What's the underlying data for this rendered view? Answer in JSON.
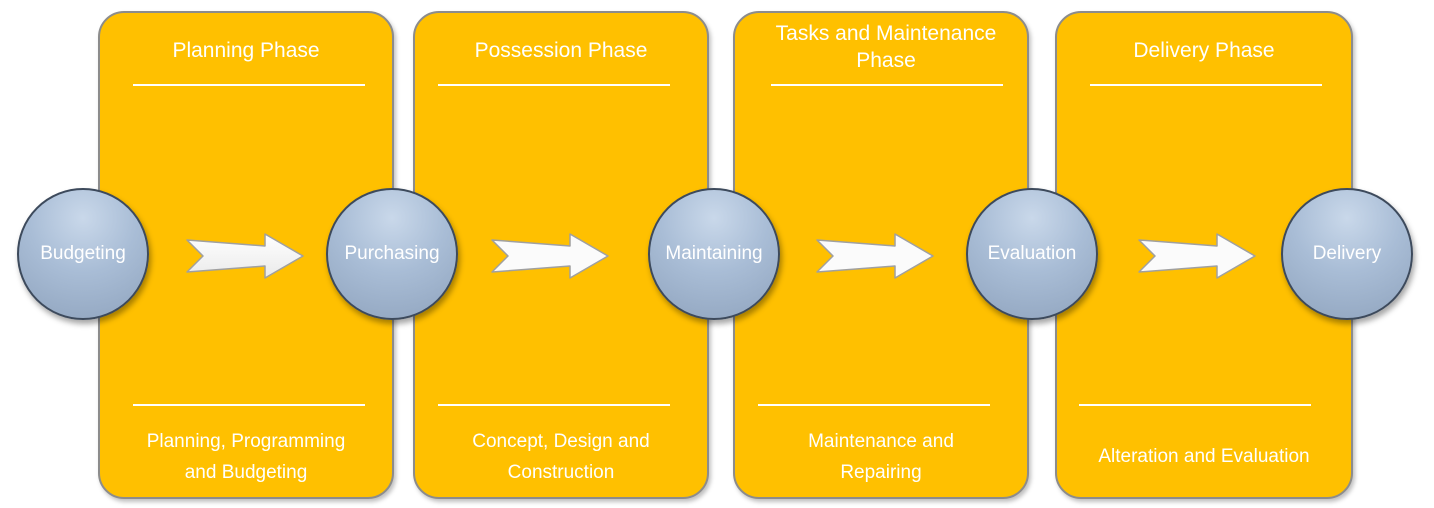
{
  "phases": [
    {
      "title": "Planning Phase",
      "description": "Planning, Programming and Budgeting"
    },
    {
      "title": "Possession Phase",
      "description": "Concept, Design and Construction"
    },
    {
      "title": "Tasks and Maintenance Phase",
      "description": "Maintenance and Repairing"
    },
    {
      "title": "Delivery Phase",
      "description": "Alteration and Evaluation"
    }
  ],
  "nodes": [
    "Budgeting",
    "Purchasing",
    "Maintaining",
    "Evaluation",
    "Delivery"
  ],
  "colors": {
    "phase_fill": "#FFC000",
    "phase_border": "#8c8c8c",
    "node_fill": "#a9bdd6",
    "node_border": "#3d4a5c",
    "text": "#ffffff"
  }
}
